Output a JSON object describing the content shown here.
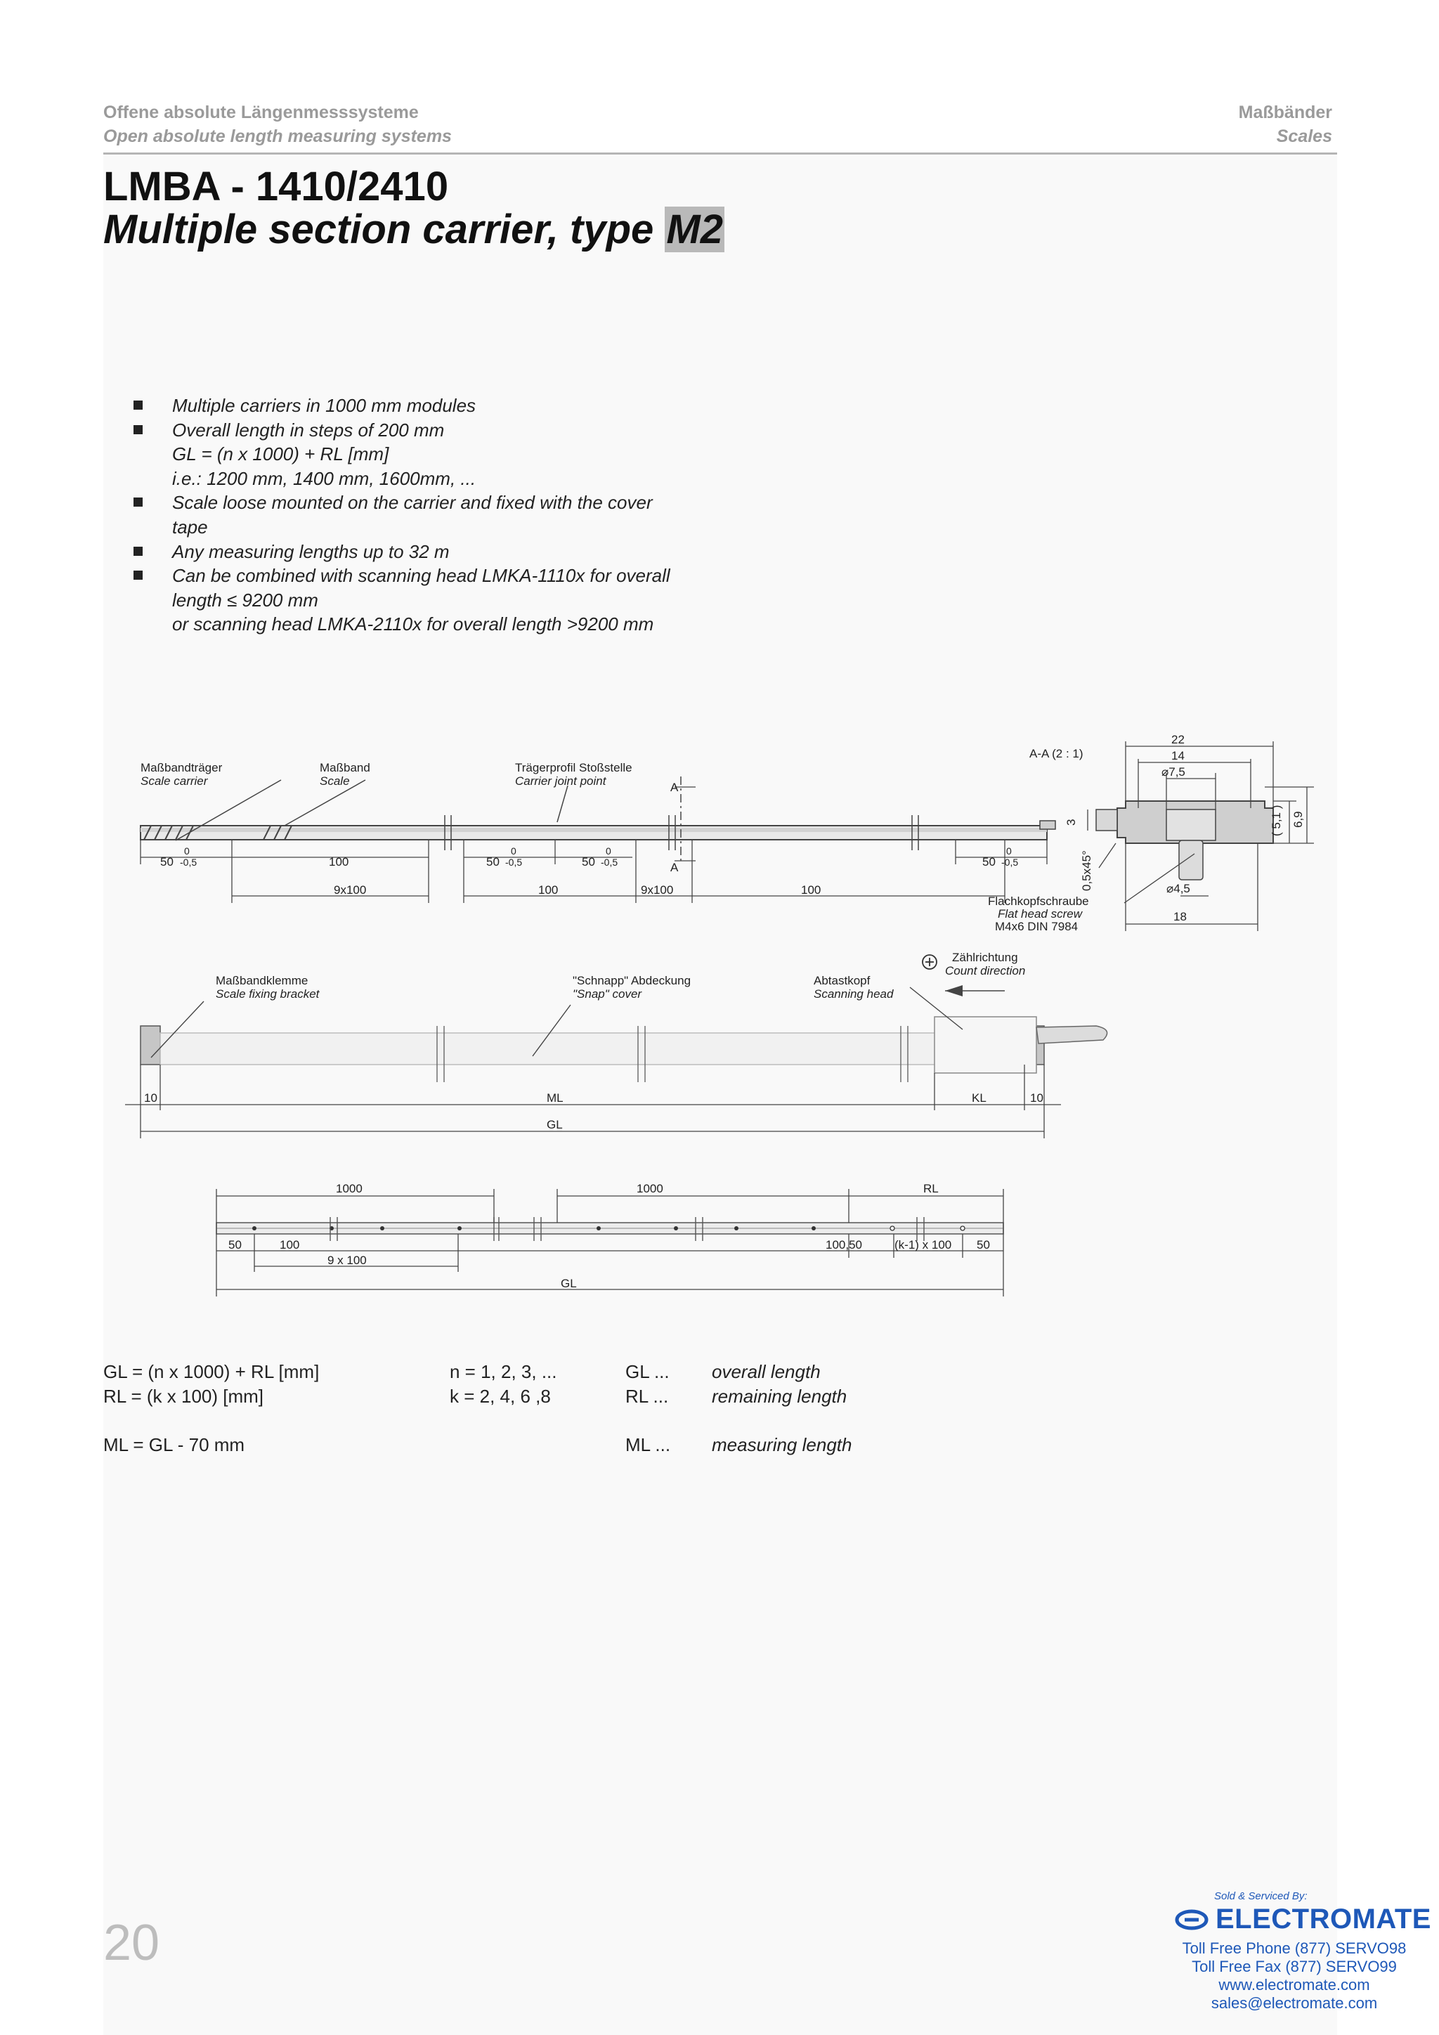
{
  "header": {
    "left_line1": "Offene absolute Längenmesssysteme",
    "left_line2": "Open absolute length measuring systems",
    "right_line1": "Maßbänder",
    "right_line2": "Scales"
  },
  "title": {
    "line1": "LMBA - 1410/2410",
    "line2_prefix": "Multiple section carrier, type ",
    "line2_highlight": "M2"
  },
  "bullets": [
    {
      "lines": [
        "Multiple carriers in 1000 mm modules"
      ]
    },
    {
      "lines": [
        "Overall length in steps of 200 mm",
        "GL = (n x 1000) + RL [mm]",
        "i.e.: 1200 mm, 1400 mm, 1600mm, ..."
      ]
    },
    {
      "lines": [
        "Scale loose mounted on the carrier and fixed with the cover",
        "tape"
      ]
    },
    {
      "lines": [
        "Any measuring lengths up to 32 m"
      ]
    },
    {
      "lines": [
        "Can be combined with scanning head LMKA-1110x for overall",
        "length ≤ 9200 mm",
        "or scanning head LMKA-2110x for overall length >9200 mm"
      ]
    }
  ],
  "drawing1": {
    "label_carrier_de": "Maßbandträger",
    "label_carrier_en": "Scale carrier",
    "label_scale_de": "Maßband",
    "label_scale_en": "Scale",
    "label_joint_de": "Trägerprofil Stoßstelle",
    "label_joint_en": "Carrier joint point",
    "section_a": "A",
    "section_title": "A-A  (2 : 1)",
    "tol_upper": "0",
    "dim_50": "50",
    "tol_lower": "-0,5",
    "dim_100": "100",
    "dim_9x100": "9x100",
    "dim_22": "22",
    "dim_14": "14",
    "dim_d75": "⌀7,5",
    "dim_3": "3",
    "dim_51": "( 5,1 )",
    "dim_69": "6,9",
    "dim_chamfer": "0,5x45°",
    "dim_d45": "⌀4,5",
    "dim_18": "18",
    "screw_de": "Flachkopfschraube",
    "screw_en": "Flat head screw",
    "screw_spec": "M4x6 DIN 7984"
  },
  "drawing2": {
    "bracket_de": "Maßbandklemme",
    "bracket_en": "Scale fixing bracket",
    "cover_de": "\"Schnapp\" Abdeckung",
    "cover_en": "\"Snap\" cover",
    "head_de": "Abtastkopf",
    "head_en": "Scanning head",
    "count_de": "Zählrichtung",
    "count_en": "Count direction",
    "dim_10": "10",
    "dim_ml": "ML",
    "dim_kl": "KL",
    "dim_gl": "GL"
  },
  "drawing3": {
    "dim_1000": "1000",
    "dim_rl": "RL",
    "dim_50": "50",
    "dim_100": "100",
    "dim_9x100": "9 x 100",
    "dim_10050": "100,50",
    "dim_k1": "(k-1) x 100",
    "dim_gl": "GL"
  },
  "formulas": {
    "col1": [
      "GL = (n x 1000) + RL [mm]",
      "RL = (k x 100) [mm]",
      "",
      "ML = GL - 70 mm"
    ],
    "col2": [
      "n = 1, 2, 3, ...",
      "k = 2, 4, 6 ,8",
      "",
      ""
    ],
    "col3": [
      "GL   ...",
      "RL   ...",
      "",
      "ML   ..."
    ],
    "col4": [
      "overall length",
      "remaining length",
      "",
      "measuring length"
    ]
  },
  "page_number": "20",
  "badge": {
    "sold_by": "Sold & Serviced By:",
    "brand": "ELECTROMATE",
    "phone": "Toll Free Phone  (877) SERVO98",
    "fax": "Toll Free Fax  (877) SERVO99",
    "web": "www.electromate.com",
    "email": "sales@electromate.com"
  },
  "colors": {
    "header_gray": "#9a9a9a",
    "highlight_gray": "#b9b9b9",
    "badge_blue": "#1e58b8"
  }
}
